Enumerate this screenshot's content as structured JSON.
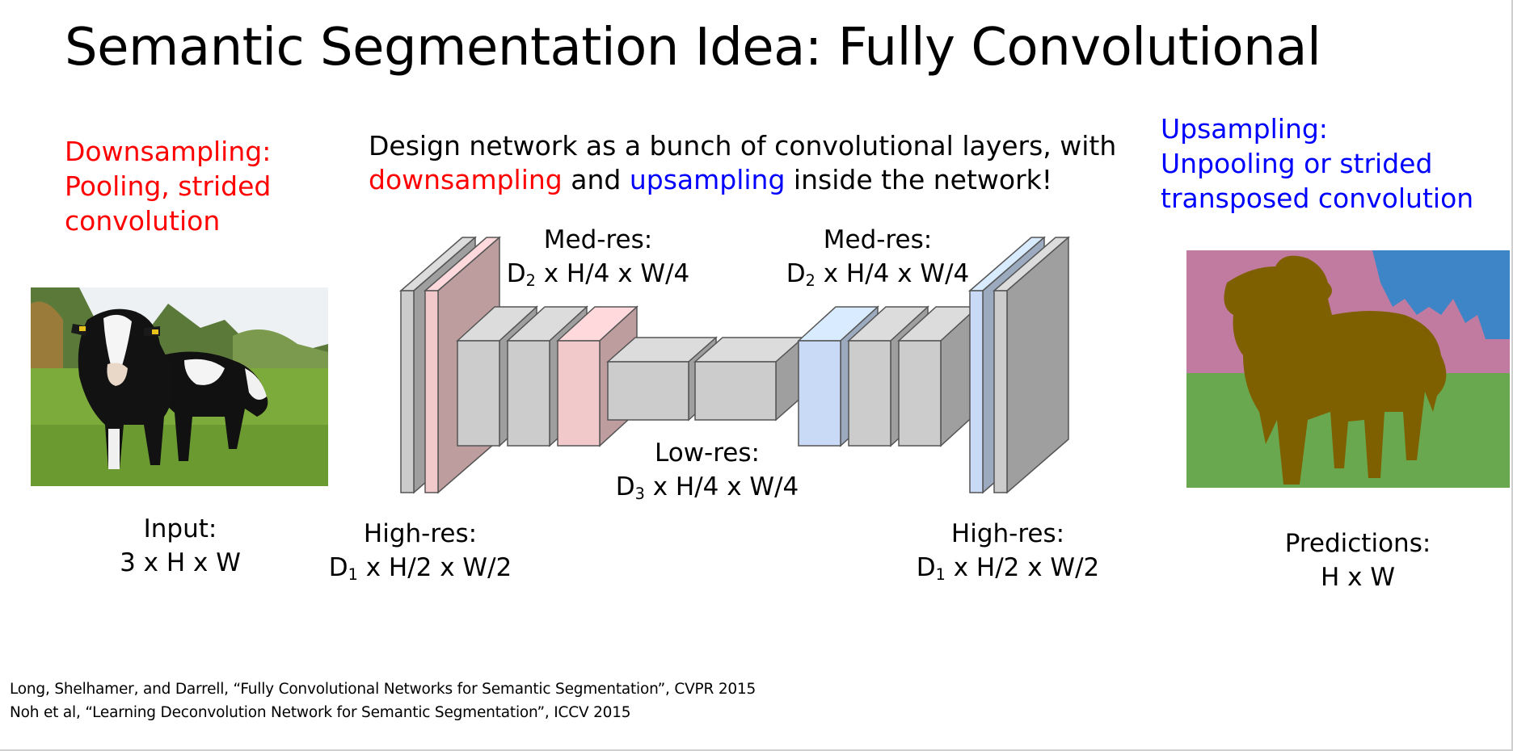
{
  "title": "Semantic Segmentation Idea: Fully Convolutional",
  "downsampling_note": [
    "Downsampling:",
    "Pooling, strided",
    "convolution"
  ],
  "upsampling_note": [
    "Upsampling:",
    "Unpooling or strided",
    "transposed convolution"
  ],
  "design_note": {
    "line1": "Design network as a bunch of convolutional layers, with",
    "word_down": "downsampling",
    "word_and": "and",
    "word_up": "upsampling",
    "tail": "inside the network!"
  },
  "labels": {
    "input": {
      "line1": "Input:",
      "line2": "3 x H x W"
    },
    "high_left": {
      "line1": "High-res:",
      "d": "D",
      "sub": "1",
      "rest": " x H/2 x W/2"
    },
    "med_left": {
      "line1": "Med-res:",
      "d": "D",
      "sub": "2",
      "rest": " x H/4 x W/4"
    },
    "low": {
      "line1": "Low-res:",
      "d": "D",
      "sub": "3",
      "rest": " x H/4 x W/4"
    },
    "med_right": {
      "line1": "Med-res:",
      "d": "D",
      "sub": "2",
      "rest": " x H/4 x W/4"
    },
    "high_right": {
      "line1": "High-res:",
      "d": "D",
      "sub": "1",
      "rest": " x H/2 x W/2"
    },
    "predictions": {
      "line1": "Predictions:",
      "line2": "H x W"
    }
  },
  "colors": {
    "red_text": "#ff0000",
    "blue_text": "#0000ff",
    "gray_block": "#cccccc",
    "pink_block": "#f2c9cb",
    "blue_block": "#c8daf5",
    "seg_pink": "#c27ba0",
    "seg_blue": "#3d85c6",
    "seg_green": "#6aa84f",
    "seg_cow": "#7f6000"
  },
  "references": [
    "Long, Shelhamer, and Darrell, “Fully Convolutional Networks for Semantic Segmentation”, CVPR 2015",
    "Noh et al, “Learning Deconvolution Network for Semantic Segmentation”, ICCV 2015"
  ]
}
